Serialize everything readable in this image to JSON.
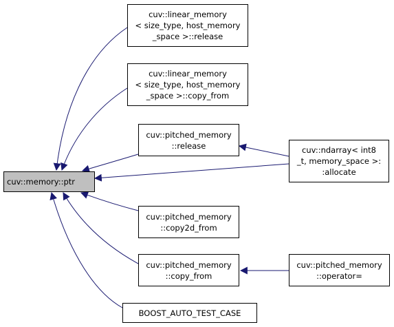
{
  "colors": {
    "root_fill": "#bfbfbf",
    "node_fill": "#ffffff",
    "edge": "#191970",
    "border": "#000000"
  },
  "nodes": {
    "root": {
      "lines": [
        "cuv::memory::ptr"
      ]
    },
    "linear_release": {
      "lines": [
        "cuv::linear_memory",
        "< size_type, host_memory",
        "_space >::release"
      ]
    },
    "linear_copy_from": {
      "lines": [
        "cuv::linear_memory",
        "< size_type, host_memory",
        "_space >::copy_from"
      ]
    },
    "pitched_release": {
      "lines": [
        "cuv::pitched_memory",
        "::release"
      ]
    },
    "ndarray_allocate": {
      "lines": [
        "cuv::ndarray< int8",
        "_t, memory_space >:",
        ":allocate"
      ]
    },
    "pitched_copy2d_from": {
      "lines": [
        "cuv::pitched_memory",
        "::copy2d_from"
      ]
    },
    "pitched_copy_from": {
      "lines": [
        "cuv::pitched_memory",
        "::copy_from"
      ]
    },
    "pitched_operator_assign": {
      "lines": [
        "cuv::pitched_memory",
        "::operator="
      ]
    },
    "boost_test_case": {
      "lines": [
        "BOOST_AUTO_TEST_CASE"
      ]
    }
  }
}
